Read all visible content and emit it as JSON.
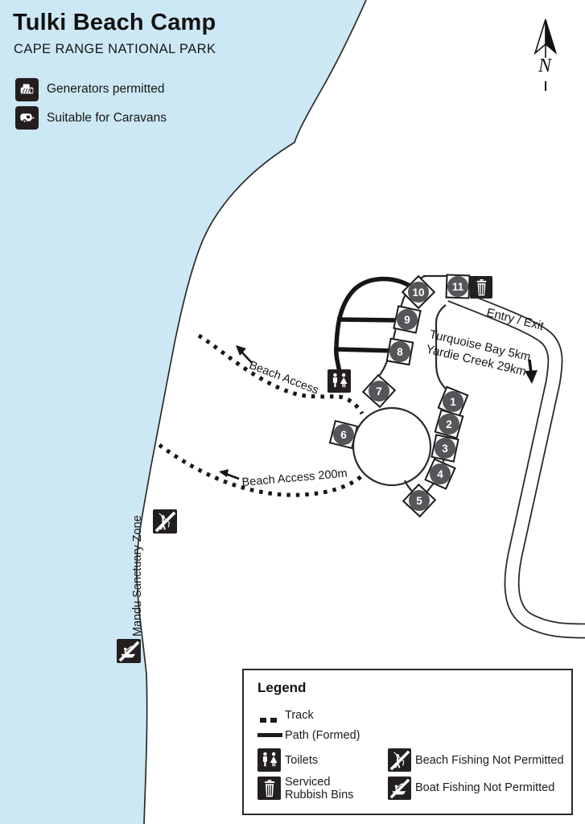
{
  "header": {
    "title": "Tulki Beach Camp",
    "subtitle": "CAPE RANGE NATIONAL PARK",
    "features": [
      {
        "icon": "generator-icon",
        "label": "Generators permitted"
      },
      {
        "icon": "caravan-icon",
        "label": "Suitable for Caravans"
      }
    ]
  },
  "compass": {
    "label": "N"
  },
  "map": {
    "labels": {
      "entry_exit": "Entry / Exit",
      "distance_line1": "Turquoise Bay 5km",
      "distance_line2": "Yardie Creek 29km",
      "beach_access": "Beach Access",
      "beach_access_200": "Beach Access 200m",
      "sanctuary_zone": "Mandu Sanctuary Zone"
    },
    "sites": [
      {
        "number": "1"
      },
      {
        "number": "2"
      },
      {
        "number": "3"
      },
      {
        "number": "4"
      },
      {
        "number": "5"
      },
      {
        "number": "6"
      },
      {
        "number": "7"
      },
      {
        "number": "8"
      },
      {
        "number": "9"
      },
      {
        "number": "10"
      },
      {
        "number": "11"
      }
    ]
  },
  "legend": {
    "title": "Legend",
    "track_label": "Track",
    "path_label": "Path (Formed)",
    "toilets_label": "Toilets",
    "rubbish_label_line1": "Serviced",
    "rubbish_label_line2": "Rubbish Bins",
    "beach_fishing_label": "Beach Fishing Not Permitted",
    "boat_fishing_label": "Boat Fishing Not Permitted"
  },
  "colors": {
    "water": "#cde8f5",
    "site_badge": "#55565a",
    "icon_bg": "#231f20"
  }
}
